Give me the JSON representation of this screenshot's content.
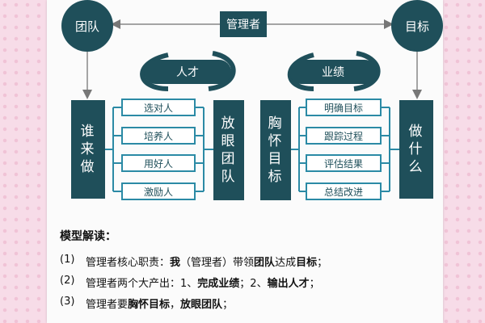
{
  "diagram": {
    "top": {
      "team": "团队",
      "manager": "管理者",
      "goal": "目标"
    },
    "pills": {
      "talent": "人才",
      "performance": "业绩"
    },
    "left_block": {
      "who": [
        "谁",
        "来",
        "做"
      ],
      "items": [
        "选对人",
        "培养人",
        "用好人",
        "激励人"
      ],
      "vision": [
        "放",
        "眼",
        "团",
        "队"
      ]
    },
    "right_block": {
      "heart": [
        "胸",
        "怀",
        "目",
        "标"
      ],
      "items": [
        "明确目标",
        "跟踪过程",
        "评估结果",
        "总结改进"
      ],
      "what": [
        "做",
        "什",
        "么"
      ]
    }
  },
  "notes": {
    "heading": "模型解读：",
    "lines": [
      {
        "num": "(1)",
        "parts": [
          {
            "t": "管理者核心职责：",
            "b": false
          },
          {
            "t": "我",
            "b": true
          },
          {
            "t": "（管理者）带领",
            "b": false
          },
          {
            "t": "团队",
            "b": true
          },
          {
            "t": "达成",
            "b": false
          },
          {
            "t": "目标",
            "b": true
          },
          {
            "t": "；",
            "b": false
          }
        ]
      },
      {
        "num": "(2)",
        "parts": [
          {
            "t": "管理者两个大产出：1、",
            "b": false
          },
          {
            "t": "完成业绩",
            "b": true
          },
          {
            "t": "；2、",
            "b": false
          },
          {
            "t": "输出人才",
            "b": true
          },
          {
            "t": "；",
            "b": false
          }
        ]
      },
      {
        "num": "(3)",
        "parts": [
          {
            "t": "管理者要",
            "b": false
          },
          {
            "t": "胸怀目标",
            "b": true
          },
          {
            "t": "，",
            "b": false
          },
          {
            "t": "放眼团队",
            "b": true
          },
          {
            "t": "；",
            "b": false
          }
        ]
      }
    ]
  }
}
